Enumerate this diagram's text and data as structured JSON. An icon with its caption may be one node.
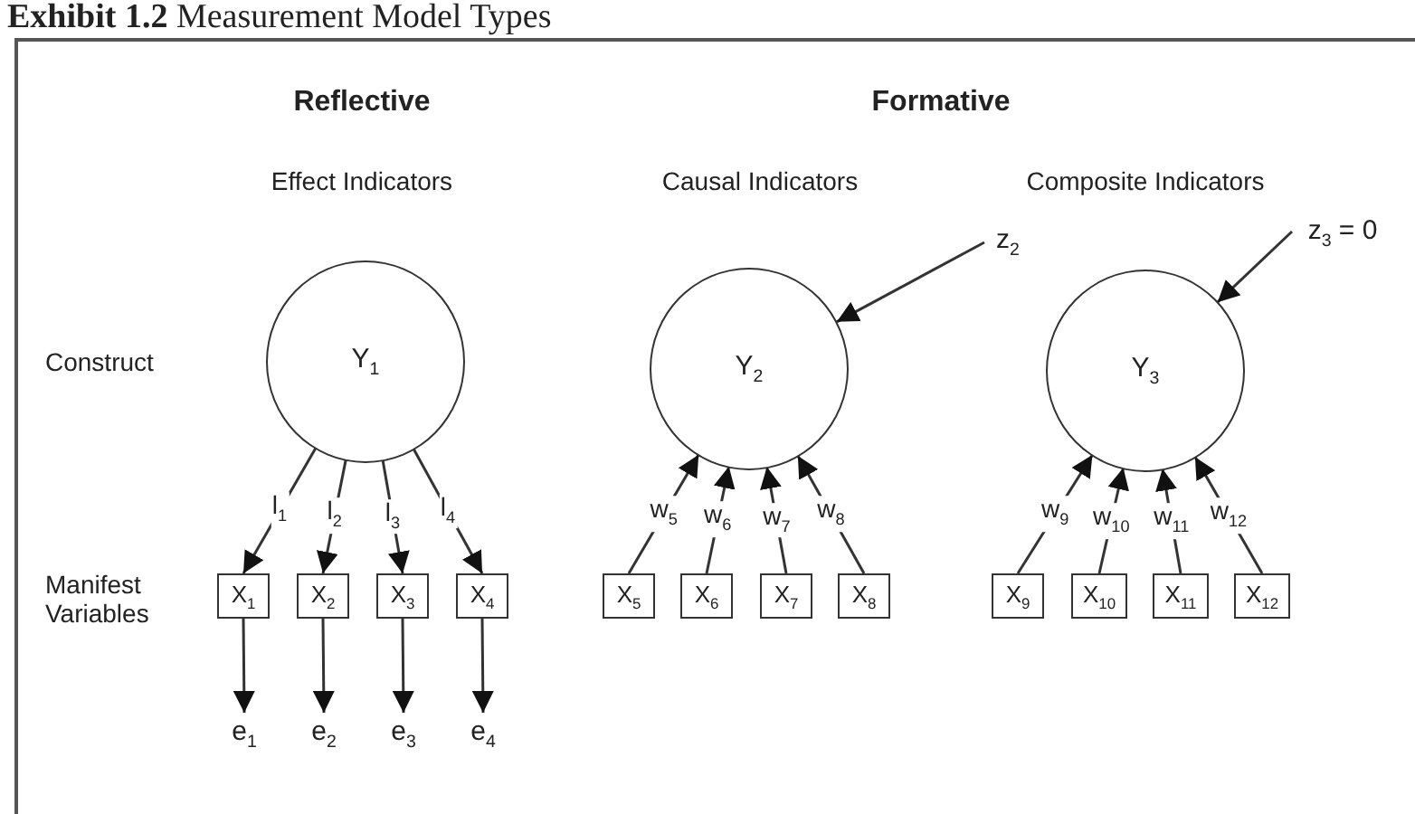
{
  "diagram": {
    "title": "**Exhibit 1.2** Measurement Model Types",
    "nodes": [
      {
        "text": [
          "Y$_{1}$"
        ]
      },
      {
        "text": [
          "Y$_{2}$"
        ]
      },
      {
        "text": [
          "Y$_{3}$"
        ]
      },
      {
        "text": [
          "X$_{1}$"
        ]
      },
      {
        "text": [
          "X$_{2}$"
        ]
      },
      {
        "text": [
          "X$_{3}$"
        ]
      },
      {
        "text": [
          "X$_{4}$"
        ]
      },
      {
        "text": [
          "X$_{5}$"
        ]
      },
      {
        "text": [
          "X$_{6}$"
        ]
      },
      {
        "text": [
          "X$_{7}$"
        ]
      },
      {
        "text": [
          "X$_{8}$"
        ]
      },
      {
        "text": [
          "X$_{9}$"
        ]
      },
      {
        "text": [
          "X$_{10}$"
        ]
      },
      {
        "text": [
          "X$_{11}$"
        ]
      },
      {
        "text": [
          "X$_{12}$"
        ]
      },
      {
        "text": [
          "e$_{1}$"
        ]
      },
      {
        "text": [
          "e$_{2}$"
        ]
      },
      {
        "text": [
          "e$_{3}$"
        ]
      },
      {
        "text": [
          "e$_{4}$"
        ]
      },
      {
        "text": [
          "z$_{2}$"
        ]
      },
      {
        "text": [
          "z$_{3}$ = 0"
        ]
      }
    ],
    "edges": [
      {
        "from": 0,
        "to": 3,
        "arrow": "to",
        "label": "l$_{1}$"
      },
      {
        "from": 0,
        "to": 4,
        "arrow": "to",
        "label": "l$_{2}$"
      },
      {
        "from": 0,
        "to": 5,
        "arrow": "to",
        "label": "l$_{3}$"
      },
      {
        "from": 0,
        "to": 6,
        "arrow": "to",
        "label": "l$_{4}$"
      },
      {
        "from": 3,
        "to": 15,
        "arrow": "to"
      },
      {
        "from": 4,
        "to": 16,
        "arrow": "to"
      },
      {
        "from": 5,
        "to": 17,
        "arrow": "to"
      },
      {
        "from": 6,
        "to": 18,
        "arrow": "to"
      },
      {
        "from": 19,
        "to": 1,
        "arrow": "to"
      },
      {
        "from": 7,
        "to": 1,
        "arrow": "to",
        "label": "w$_{5}$"
      },
      {
        "from": 8,
        "to": 1,
        "arrow": "to",
        "label": "w$_{6}$"
      },
      {
        "from": 9,
        "to": 1,
        "arrow": "to",
        "label": "w$_{7}$"
      },
      {
        "from": 10,
        "to": 1,
        "arrow": "to",
        "label": "w$_{8}$"
      },
      {
        "from": 20,
        "to": 2,
        "arrow": "to"
      },
      {
        "from": 11,
        "to": 2,
        "arrow": "to",
        "label": "w$_{9}$"
      },
      {
        "from": 12,
        "to": 2,
        "arrow": "to",
        "label": "w$_{10}$"
      },
      {
        "from": 13,
        "to": 2,
        "arrow": "to",
        "label": "w$_{11}$"
      },
      {
        "from": 14,
        "to": 2,
        "arrow": "to",
        "label": "w$_{12}$"
      }
    ],
    "labels": [
      "Reflective",
      "Formative",
      "Effect Indicators",
      "Causal Indicators",
      "Composite Indicators",
      "Construct",
      "Manifest Variables"
    ]
  }
}
